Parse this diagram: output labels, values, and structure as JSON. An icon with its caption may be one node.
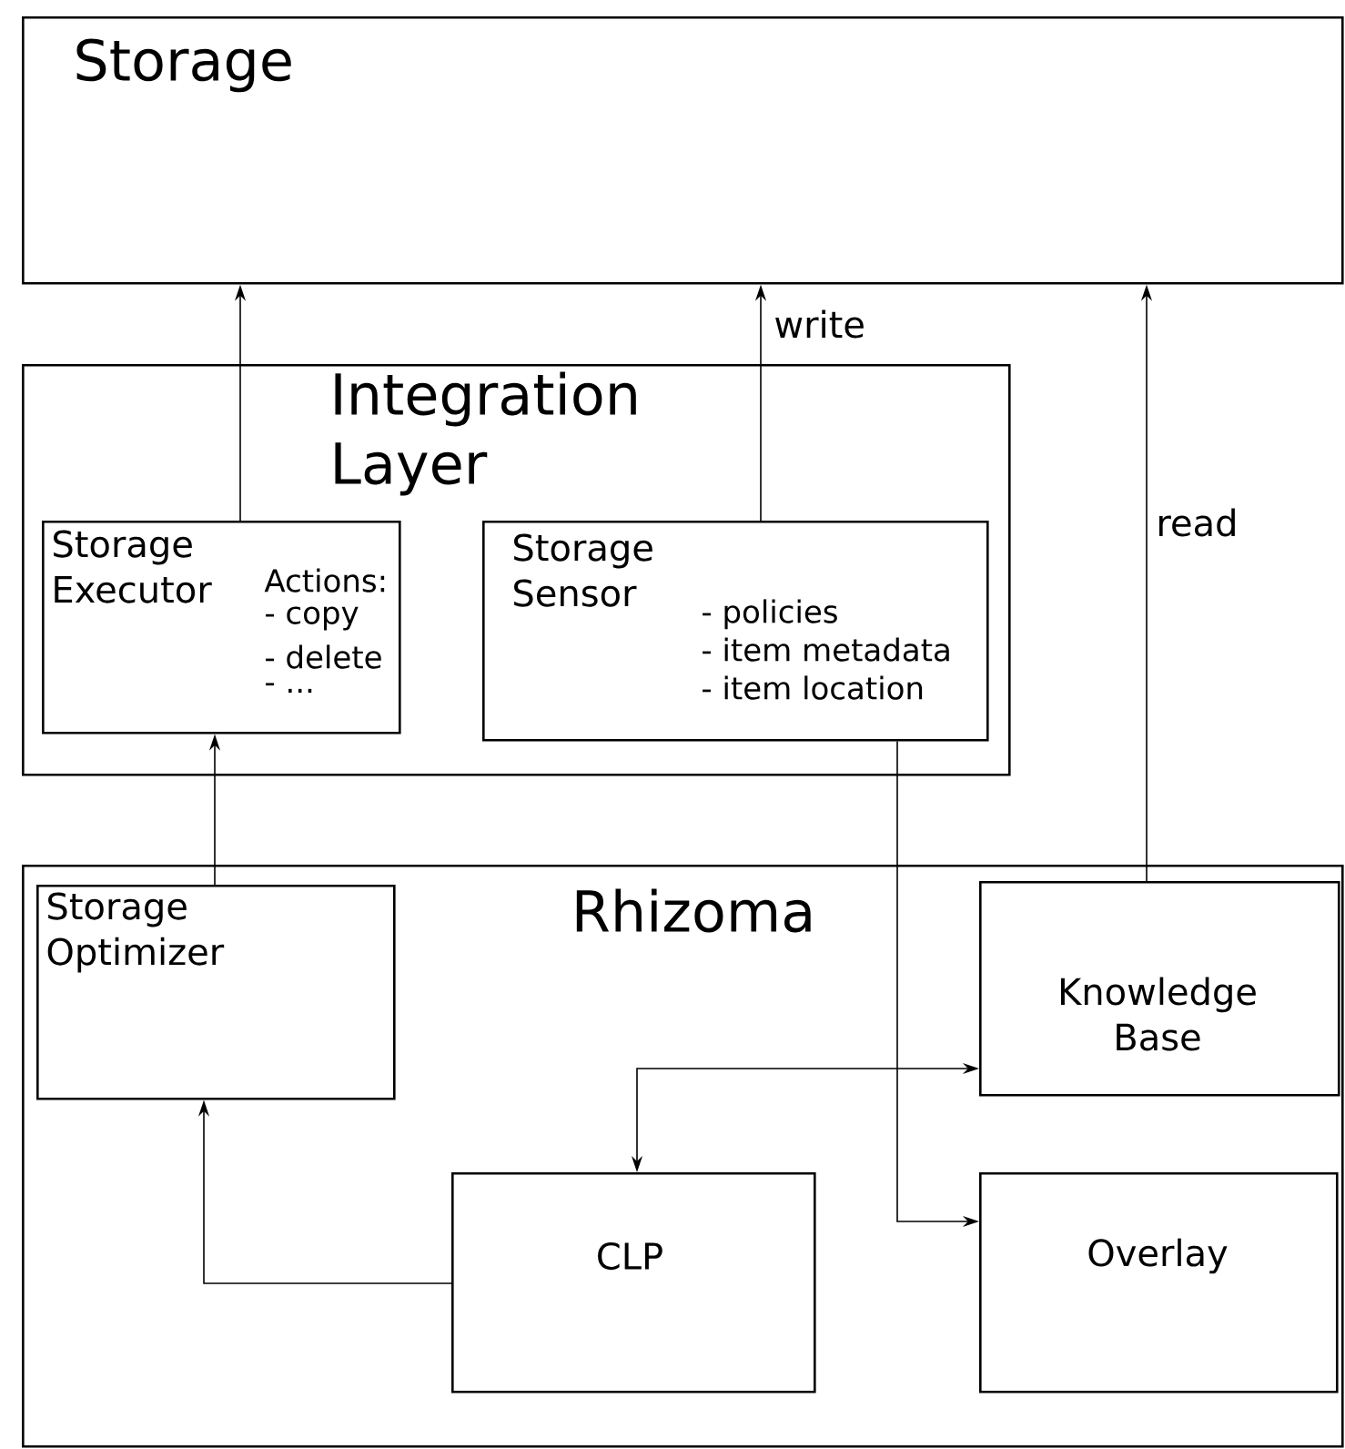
{
  "diagram": {
    "nodes": [
      {
        "text": [
          "Storage"
        ]
      },
      {
        "text": [
          "Integration Layer"
        ]
      },
      {
        "text": [
          "Storage Executor",
          "Actions:",
          "- copy",
          "- delete",
          "- ..."
        ],
        "in": 1
      },
      {
        "text": [
          "Storage Sensor",
          "- policies",
          "- item metadata",
          "- item location"
        ],
        "in": 1
      },
      {
        "text": [
          "Rhizoma"
        ]
      },
      {
        "text": [
          "Storage Optimizer"
        ],
        "in": 4
      },
      {
        "text": [
          "Knowledge Base"
        ],
        "in": 4
      },
      {
        "text": [
          "CLP"
        ],
        "in": 4
      },
      {
        "text": [
          "Overlay"
        ],
        "in": 4
      }
    ],
    "edges": [
      {
        "from": 2,
        "to": 0,
        "arrow": "to"
      },
      {
        "from": 3,
        "to": 0,
        "arrow": "to",
        "label": "write"
      },
      {
        "from": 6,
        "to": 0,
        "arrow": "to",
        "label": "read"
      },
      {
        "from": 5,
        "to": 2,
        "arrow": "to"
      },
      {
        "from": 3,
        "to": 8,
        "arrow": "to"
      },
      {
        "from": 7,
        "to": 6,
        "arrow": "both"
      },
      {
        "from": 7,
        "to": 5,
        "arrow": "to"
      }
    ]
  }
}
